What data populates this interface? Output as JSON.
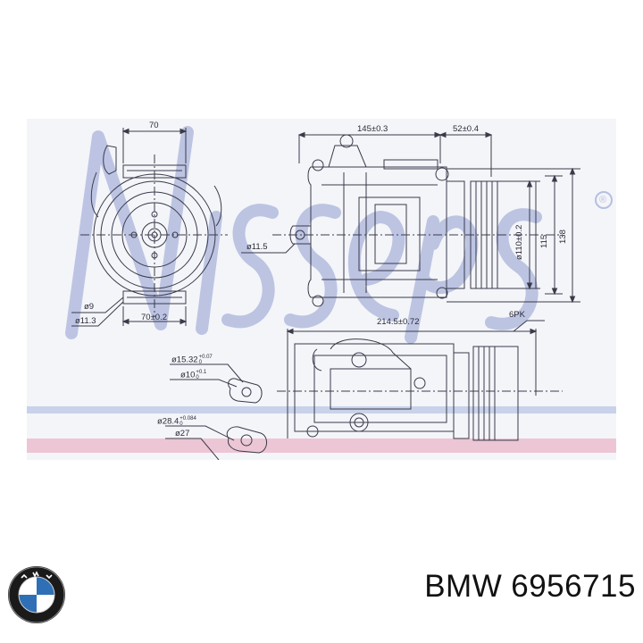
{
  "watermark": {
    "text": "Nissens",
    "registered_mark": "®",
    "color": "#b7bfe0"
  },
  "dimensions": {
    "front_width_top": "70",
    "front_width_bottom": "70±0.2",
    "hole_9": "ø9",
    "hole_11_3": "ø11.3",
    "side_body_length": "145±0.3",
    "side_pulley_length": "52±0.4",
    "side_mount_hole": "ø11.5",
    "pulley_dia_inner": "ø110±0.2",
    "pulley_dia_outer": "115",
    "overall_height": "138",
    "overall_length": "214.5±0.72",
    "belt_type": "6PK",
    "port1_dia": "ø15.32",
    "port1_tol_upper": "+0.07",
    "port1_tol_lower": "0",
    "port1_inner": "ø10",
    "port1_inner_tol_upper": "+0.1",
    "port1_inner_tol_lower": "0",
    "port2_dia": "ø28.4",
    "port2_tol_upper": "+0.084",
    "port2_tol_lower": "0",
    "port2_inner": "ø27"
  },
  "caption": {
    "brand": "BMW",
    "part_number": "6956715"
  },
  "colors": {
    "stripe_blue": "#c8d2ea",
    "stripe_pink": "#ecc6d4",
    "line": "#3a3a4a"
  }
}
